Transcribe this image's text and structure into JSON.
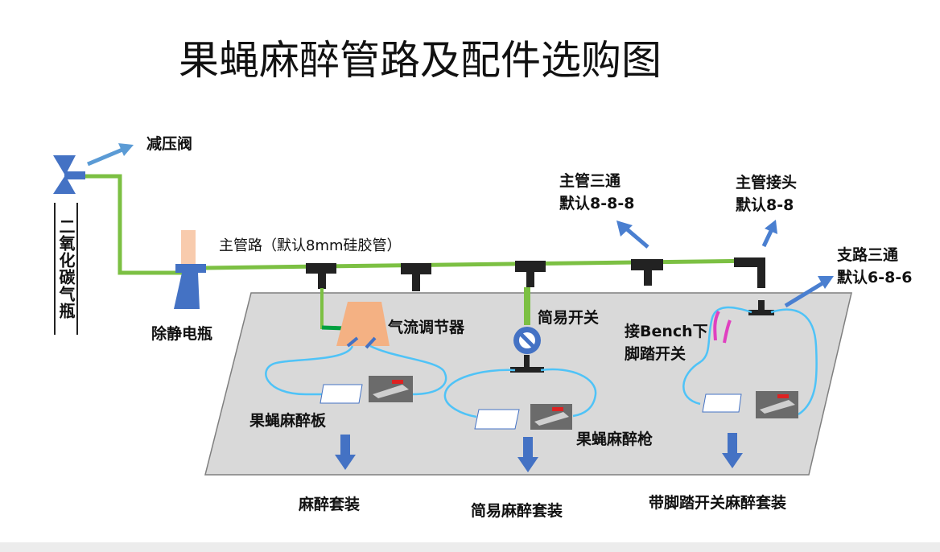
{
  "title": "果蝇麻醉管路及配件选购图",
  "labels": {
    "cylinder": "二氧化碳气瓶",
    "pressure_valve": "减压阀",
    "antistatic_bottle": "除静电瓶",
    "main_pipe": "主管路（默认8mm硅胶管）",
    "main_tee": "主管三通",
    "main_tee_default": "默认8-8-8",
    "main_connector": "主管接头",
    "main_connector_default": "默认8-8",
    "branch_tee": "支路三通",
    "branch_tee_default": "默认6-8-6",
    "flow_regulator": "气流调节器",
    "simple_switch": "简易开关",
    "foot_switch_line1": "接Bench下",
    "foot_switch_line2": "脚踏开关",
    "fly_pad": "果蝇麻醉板",
    "fly_gun": "果蝇麻醉枪"
  },
  "kits": [
    "麻醉套装",
    "简易麻醉套装",
    "带脚踏开关麻醉套装"
  ],
  "colors": {
    "main_pipe": "#7cc043",
    "blue_part": "#4472c4",
    "arrow": "#4a7fd0",
    "arrow_light": "#5b9bd5",
    "tube": "#4fc3f7",
    "bench": "#d9d9d9",
    "regulator": "#f4b183",
    "bottle_neck": "#f8cbad",
    "foot_switch": "#e040c0",
    "dark_fitting": "#222222"
  }
}
